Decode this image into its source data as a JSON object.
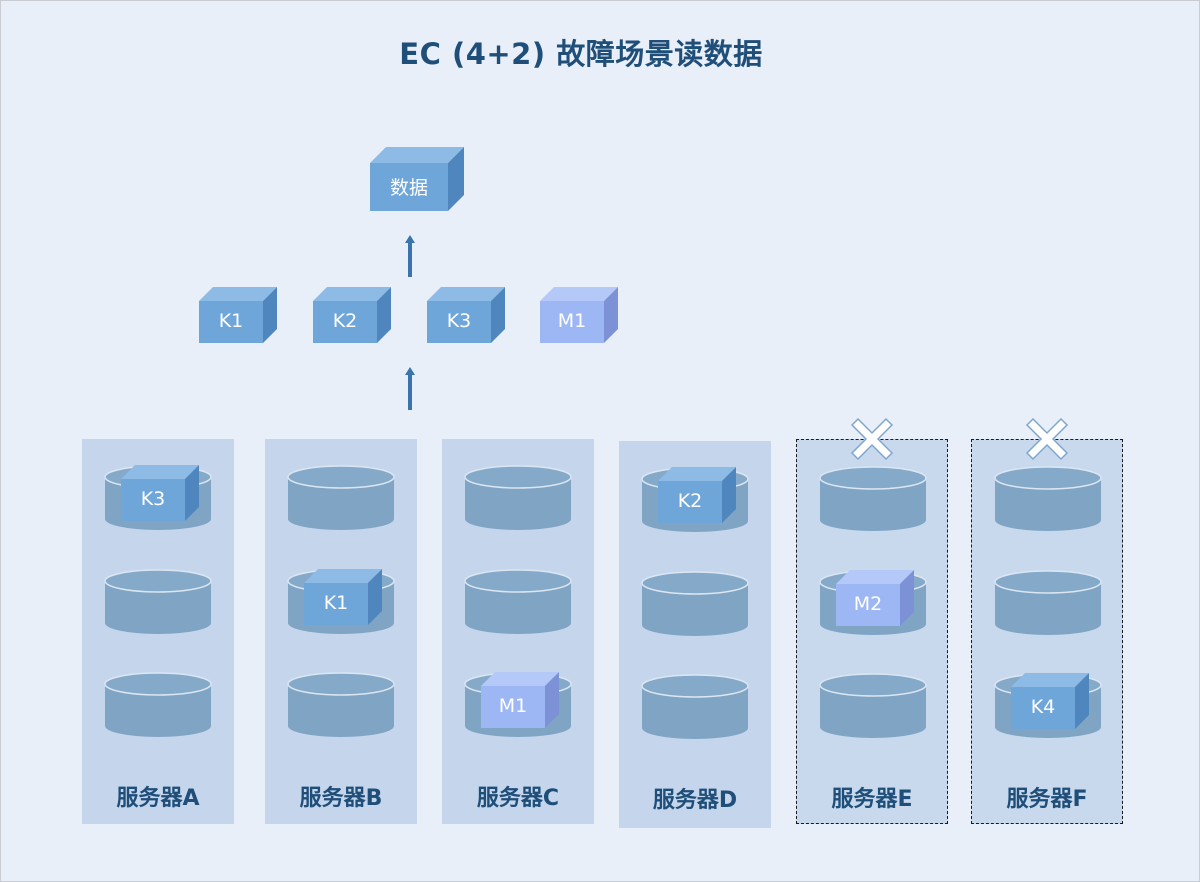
{
  "title": "EC (4+2) 故障场景读数据",
  "result_block": {
    "label": "数据"
  },
  "read_blocks": [
    {
      "label": "K1",
      "kind": "data"
    },
    {
      "label": "K2",
      "kind": "data"
    },
    {
      "label": "K3",
      "kind": "data"
    },
    {
      "label": "M1",
      "kind": "parity"
    }
  ],
  "servers": [
    {
      "name": "服务器A",
      "failed": false,
      "disks": [
        {
          "block": "K3",
          "kind": "data"
        },
        {
          "block": null
        },
        {
          "block": null
        }
      ]
    },
    {
      "name": "服务器B",
      "failed": false,
      "disks": [
        {
          "block": null
        },
        {
          "block": "K1",
          "kind": "data"
        },
        {
          "block": null
        }
      ]
    },
    {
      "name": "服务器C",
      "failed": false,
      "disks": [
        {
          "block": null
        },
        {
          "block": null
        },
        {
          "block": "M1",
          "kind": "parity"
        }
      ]
    },
    {
      "name": "服务器D",
      "failed": false,
      "disks": [
        {
          "block": "K2",
          "kind": "data"
        },
        {
          "block": null
        },
        {
          "block": null
        }
      ]
    },
    {
      "name": "服务器E",
      "failed": true,
      "disks": [
        {
          "block": null
        },
        {
          "block": "M2",
          "kind": "parity"
        },
        {
          "block": null
        }
      ]
    },
    {
      "name": "服务器F",
      "failed": true,
      "disks": [
        {
          "block": null
        },
        {
          "block": null
        },
        {
          "block": "K4",
          "kind": "data"
        }
      ]
    }
  ],
  "colors": {
    "data_front": "#6fa6da",
    "data_top": "#8dbbe6",
    "data_side": "#4f86bd",
    "parity_front": "#9db7f4",
    "parity_top": "#b4c9f7",
    "parity_side": "#7d92d6",
    "disk_body": "#7fa4c4",
    "disk_top": "#85a9c8",
    "arrow": "#3a74ad",
    "title": "#1f4e79"
  },
  "icons": {
    "failure_mark": "x-mark-icon",
    "read_arrow": "up-arrow-icon"
  }
}
